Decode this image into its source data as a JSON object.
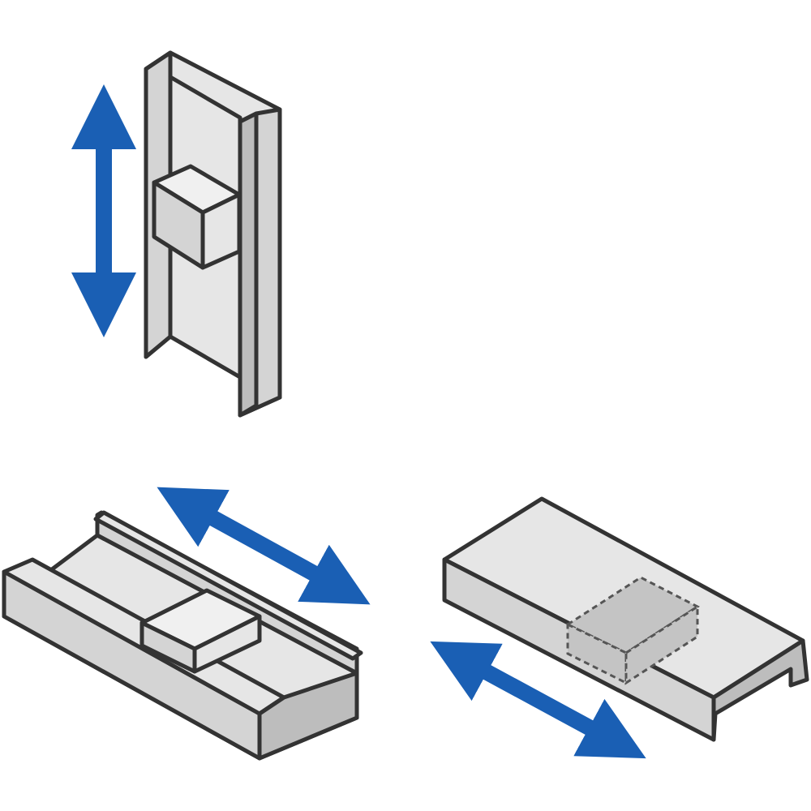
{
  "colors": {
    "background": "#ffffff",
    "outline": "#333333",
    "face_light": "#e6e6e6",
    "face_mid": "#d4d4d4",
    "face_dark": "#bdbdbd",
    "block_light": "#f0f0f0",
    "hidden_block": "#c4c4c4",
    "arrow": "#1a5fb4"
  },
  "figures": [
    {
      "id": "vertical-rail",
      "orientation": "vertical",
      "carriage_visible": true,
      "arrow_icon": "double-arrow-vertical-icon"
    },
    {
      "id": "horizontal-rail-open",
      "orientation": "horizontal",
      "carriage_visible": true,
      "arrow_icon": "double-arrow-diagonal-icon"
    },
    {
      "id": "horizontal-rail-inverted",
      "orientation": "horizontal-inverted",
      "carriage_visible": false,
      "arrow_icon": "double-arrow-diagonal-icon"
    }
  ]
}
